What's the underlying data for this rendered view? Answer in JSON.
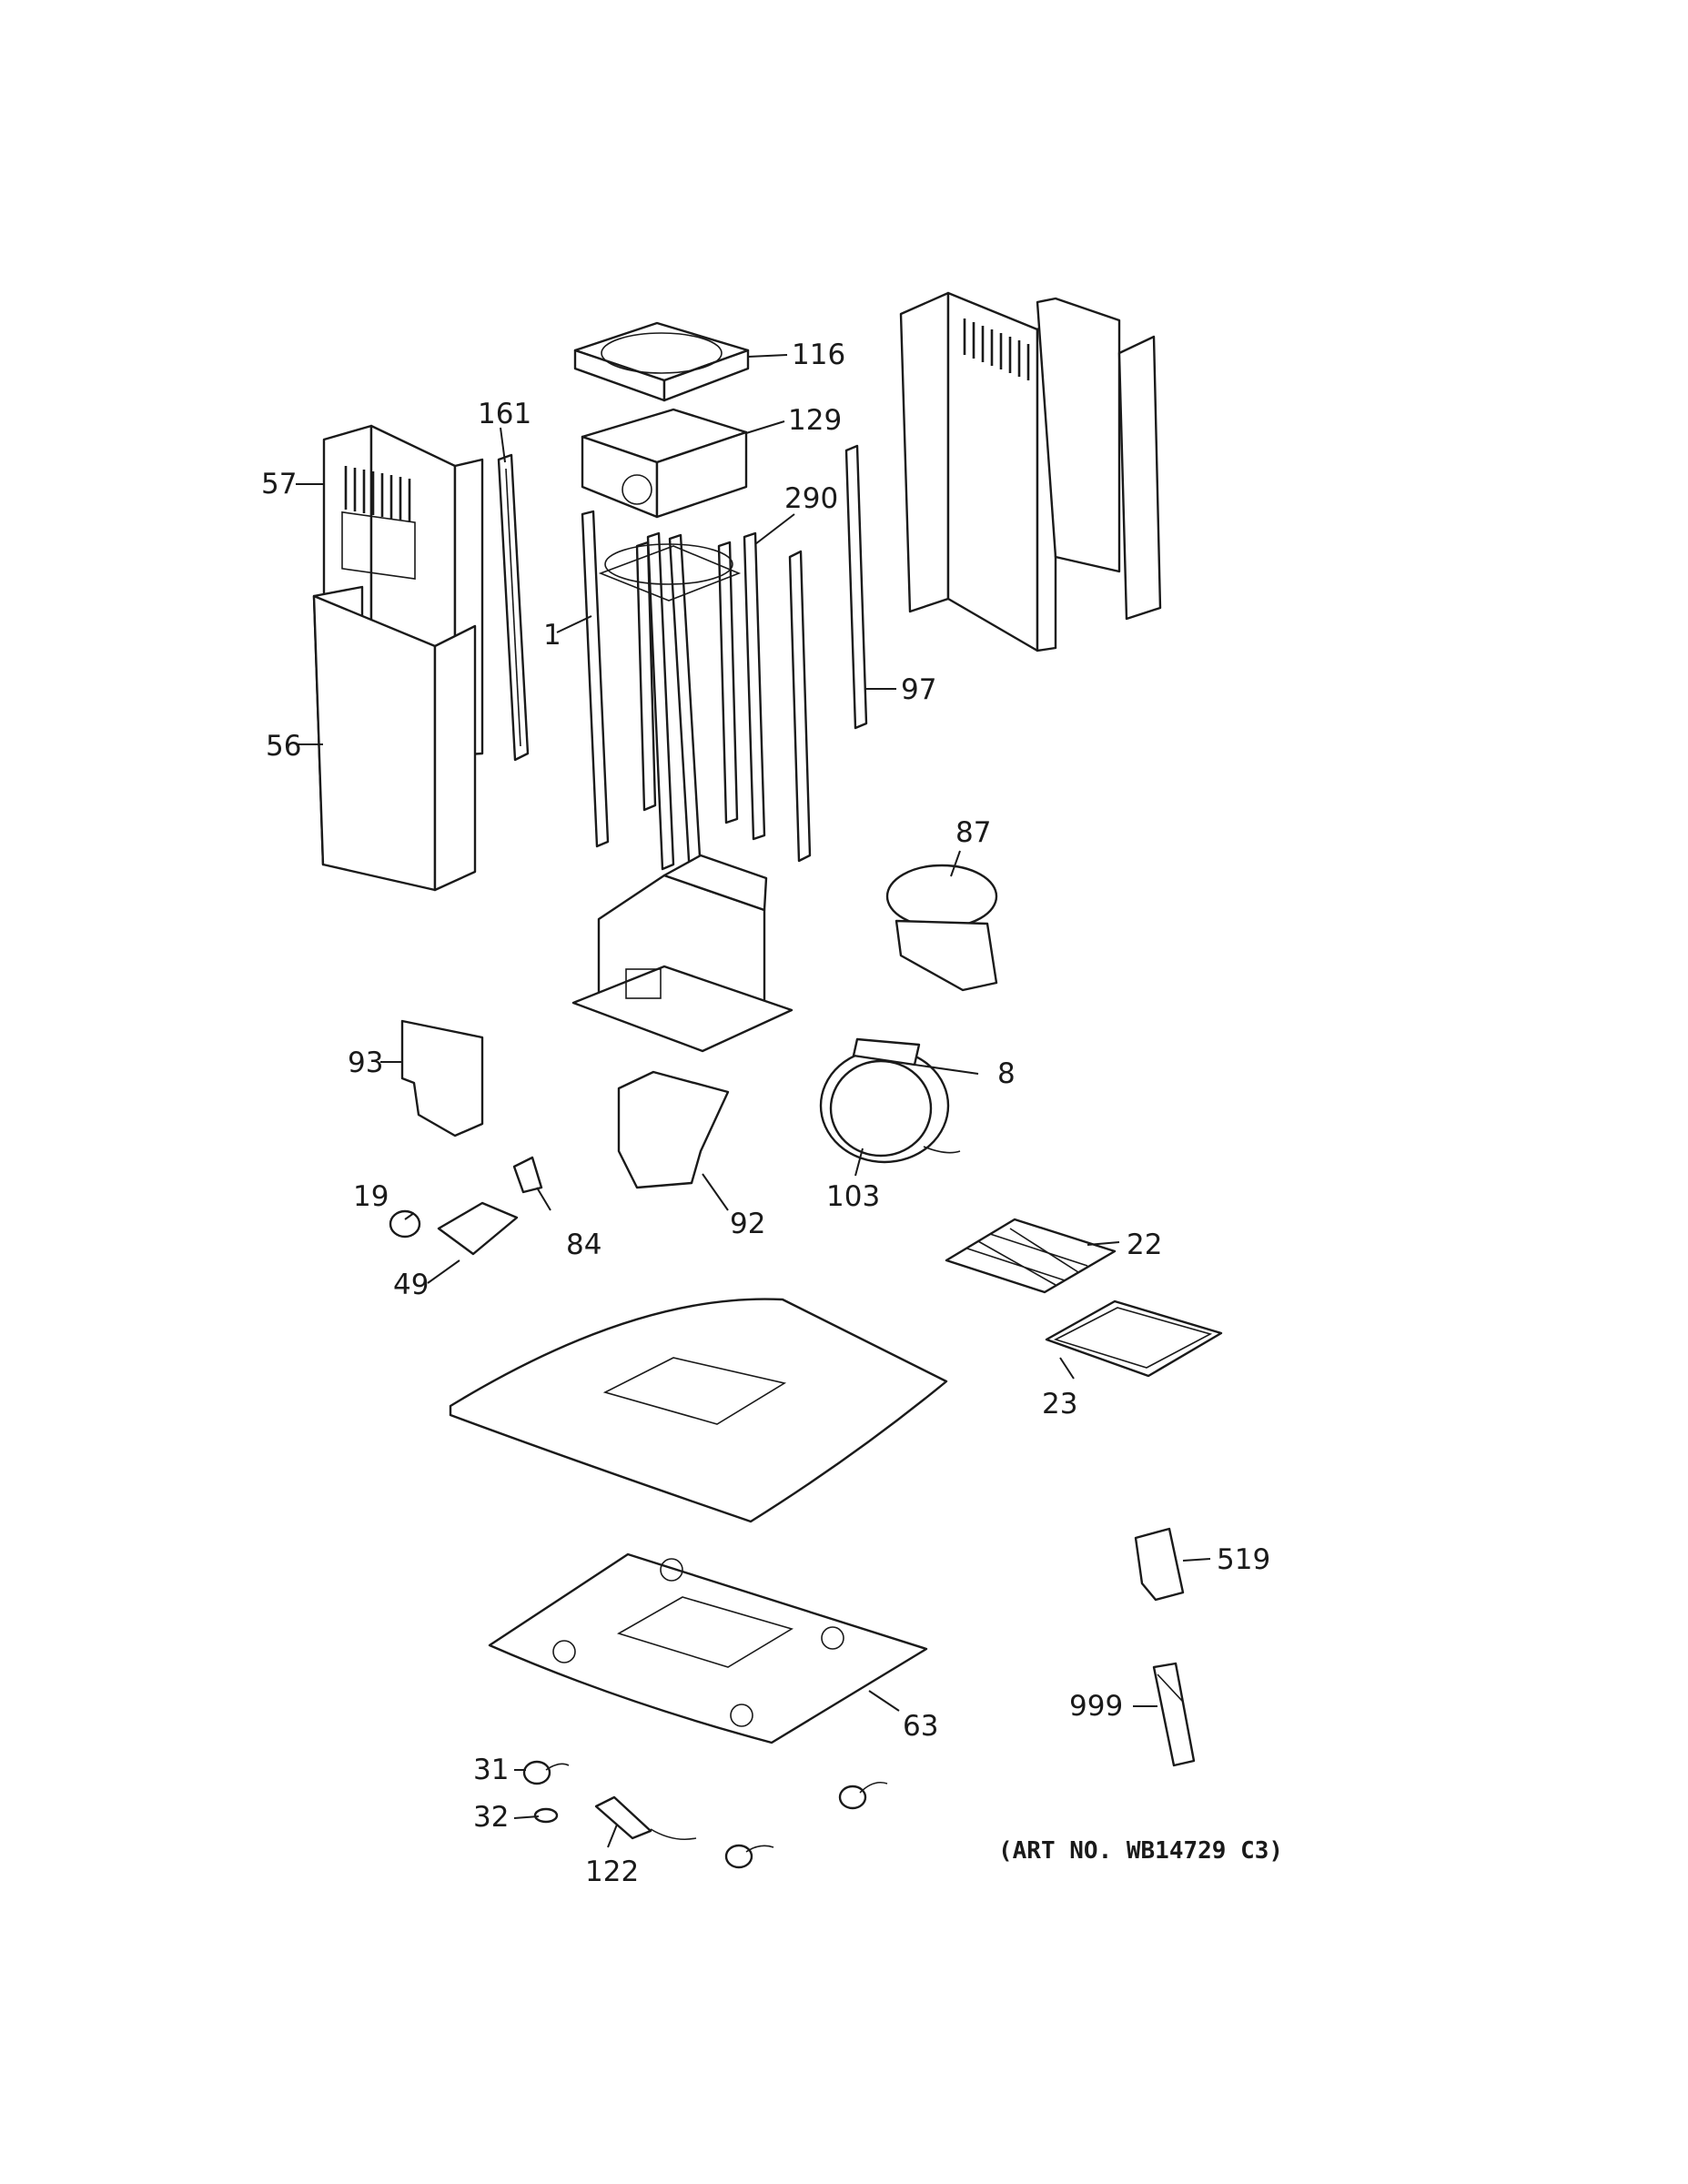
{
  "callouts": {
    "p116": "116",
    "p161": "161",
    "p129": "129",
    "p57": "57",
    "p290": "290",
    "p1": "1",
    "p97": "97",
    "p56": "56",
    "p87": "87",
    "p93": "93",
    "p8": "8",
    "p19": "19",
    "p103": "103",
    "p92": "92",
    "p84": "84",
    "p22": "22",
    "p49": "49",
    "p23": "23",
    "p519": "519",
    "p999": "999",
    "p63": "63",
    "p31": "31",
    "p32": "32",
    "p122": "122"
  },
  "art_number": "(ART NO. WB14729 C3)",
  "colors": {
    "line": "#1a1a1a",
    "background": "#ffffff"
  }
}
